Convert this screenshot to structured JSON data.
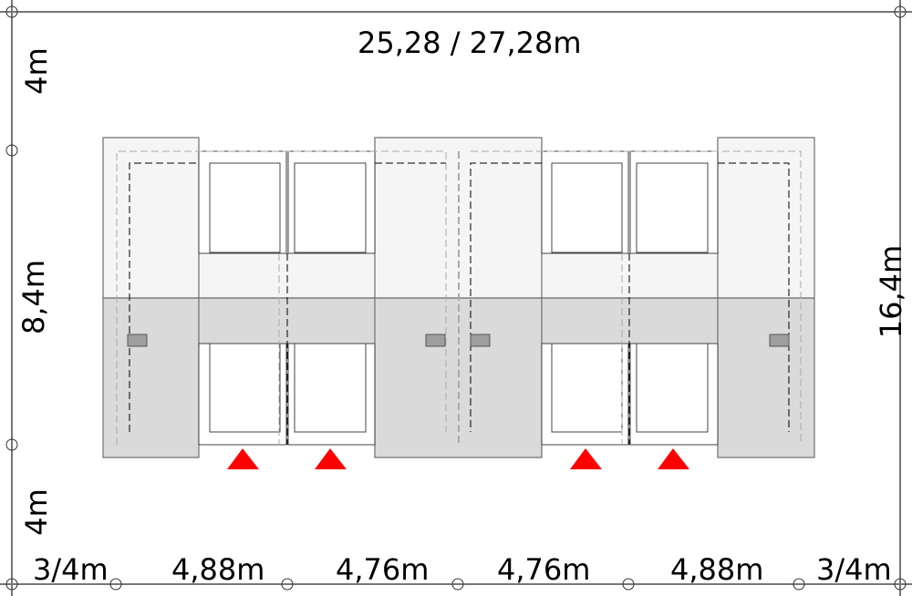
{
  "plot": {
    "top_dimension": "25,28 / 27,28m",
    "left_dimensions": [
      "4m",
      "8,4m",
      "4m"
    ],
    "right_dimension": "16,4m",
    "bottom_dimensions": [
      "3/4m",
      "4,88m",
      "4,76m",
      "4,76m",
      "4,88m",
      "3/4m"
    ]
  },
  "colors": {
    "frame": "#777777",
    "building_rear": "#f5f5f5",
    "building_front": "#dadada",
    "entrance_marker": "#ff0000",
    "chimney": "#9e9e9e"
  },
  "entrances": 4
}
